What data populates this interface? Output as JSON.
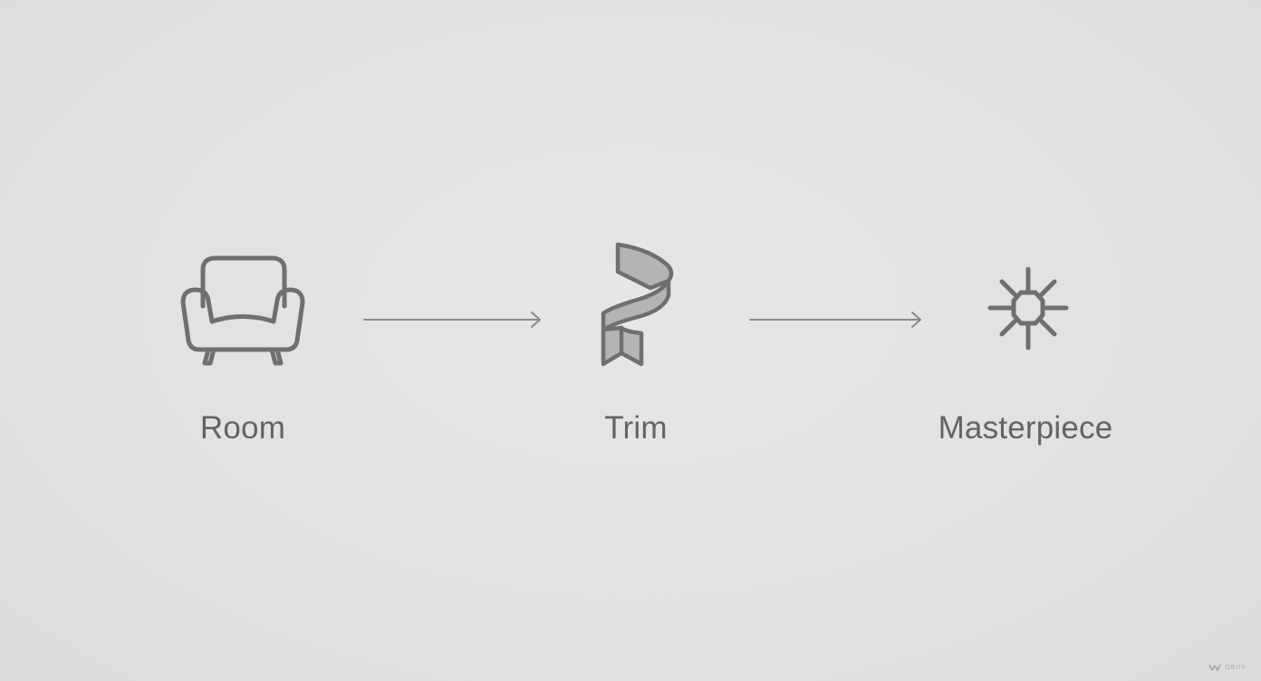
{
  "steps": [
    {
      "label": "Room",
      "icon": "armchair-icon"
    },
    {
      "label": "Trim",
      "icon": "ribbon-trim-icon"
    },
    {
      "label": "Masterpiece",
      "icon": "sparkle-burst-icon"
    }
  ],
  "watermark": {
    "text": "OBIIY"
  },
  "colors": {
    "background": "#e2e2e2",
    "icon_stroke": "#6f6f72",
    "icon_fill": "#b4b4b6",
    "text": "#636366",
    "arrow": "#8a8a8c"
  }
}
